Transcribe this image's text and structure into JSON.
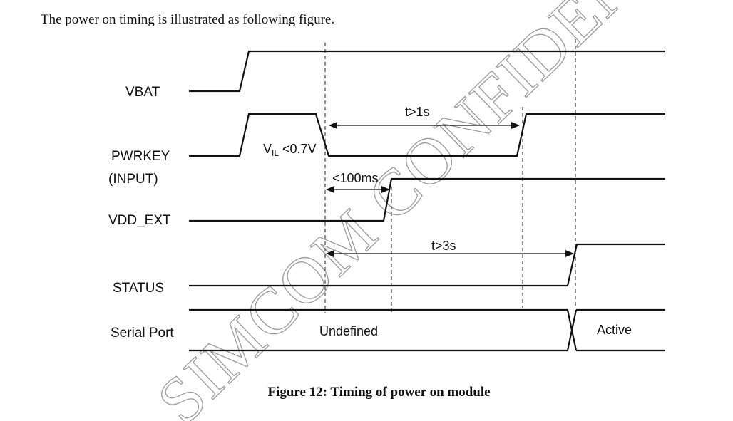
{
  "intro_text": "The power on timing is illustrated as following figure.",
  "signals": {
    "vbat": "VBAT",
    "pwrkey": "PWRKEY",
    "pwrkey_sub": "(INPUT)",
    "vdd_ext": "VDD_EXT",
    "status": "STATUS",
    "serial_port": "Serial Port"
  },
  "annotations": {
    "vil_prefix": "V",
    "vil_sub": "IL",
    "vil_suffix": " <0.7V",
    "t_1s": "t>1s",
    "t_100ms": "<100ms",
    "t_3s": "t>3s",
    "undefined": "Undefined",
    "active": "Active"
  },
  "watermark": "SIMCOM CONFIDENTIAL FILE",
  "caption": "Figure 12: Timing of power on module"
}
